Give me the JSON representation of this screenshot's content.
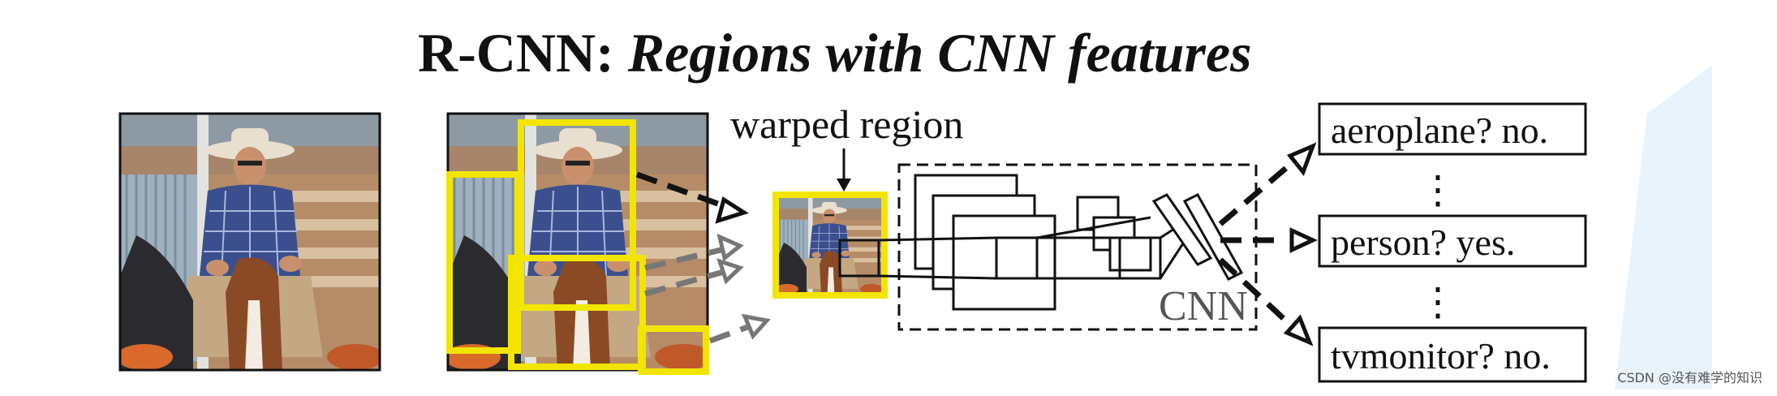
{
  "title": {
    "main": "R-CNN:",
    "emph": "Regions with CNN features"
  },
  "labels": {
    "warped_region": "warped region",
    "cnn": "CNN"
  },
  "outputs": [
    {
      "text": "aeroplane? no."
    },
    {
      "text": "person? yes."
    },
    {
      "text": "tvmonitor? no."
    }
  ],
  "ellipsis": "⋮",
  "watermark": "CSDN @没有难学的知识",
  "colors": {
    "proposal_box": "#f2e600",
    "line": "#111111",
    "arrow_gray": "#777777",
    "background_accent": "#e8f3fb"
  }
}
